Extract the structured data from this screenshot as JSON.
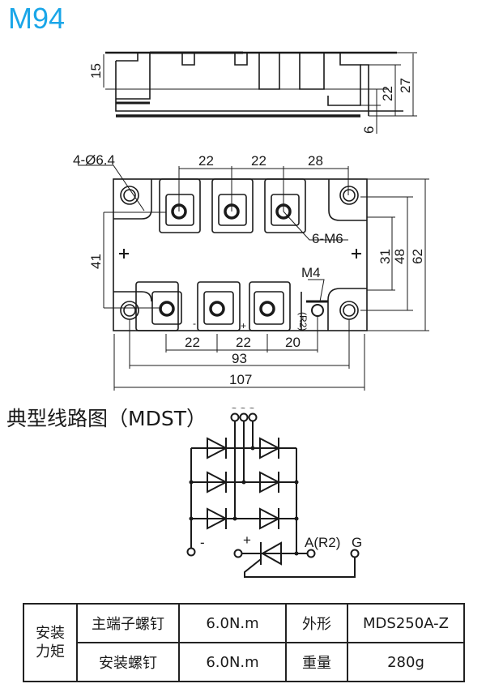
{
  "title": "M94",
  "side_view": {
    "dims": {
      "h15": "15",
      "h22": "22",
      "h27": "27",
      "h6": "6"
    }
  },
  "top_view": {
    "labels": {
      "holes": "4-Ø6.4",
      "terminals": "6-M6",
      "gate_screw": "M4",
      "r2_label": "(R2)",
      "minus_mark": "-",
      "plus_mark": "+"
    },
    "dims": {
      "top_22a": "22",
      "top_22b": "22",
      "top_28": "28",
      "left_41": "41",
      "right_31": "31",
      "right_48": "48",
      "right_62": "62",
      "bot_22a": "22",
      "bot_22b": "22",
      "bot_20": "20",
      "bot_93": "93",
      "bot_107": "107"
    }
  },
  "circuit": {
    "title": "典型线路图（MDST）",
    "labels": {
      "minus": "-",
      "plus": "+",
      "anode": "A(R2)",
      "gate": "G",
      "ac": "~"
    }
  },
  "spec_table": {
    "group_label": "安装\n力矩",
    "rows": [
      {
        "item": "主端子螺钉",
        "value": "6.0N.m",
        "prop": "外形",
        "prop_value": "MDS250A-Z"
      },
      {
        "item": "安装螺钉",
        "value": "6.0N.m",
        "prop": "重量",
        "prop_value": "280g"
      }
    ]
  }
}
